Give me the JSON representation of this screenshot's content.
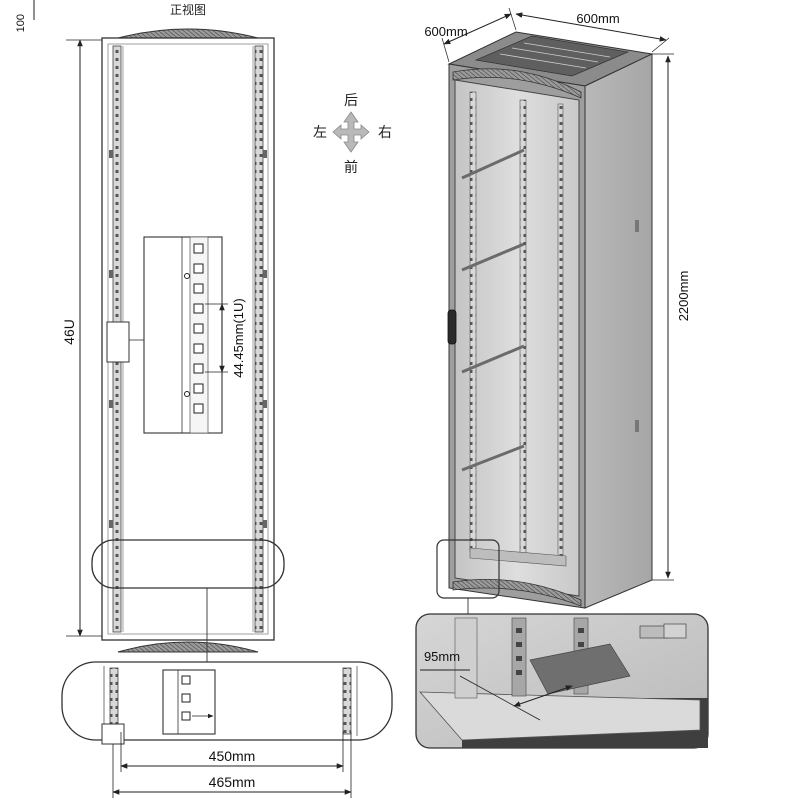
{
  "front_view": {
    "title": "正视图",
    "corner_mark": "100",
    "height_units": "46U",
    "unit_pitch": "44.45mm(1U)",
    "rail_spacing": "450mm",
    "outer_width": "465mm"
  },
  "cabinet_3d": {
    "depth": "600mm",
    "width": "600mm",
    "height": "2200mm",
    "detail_offset": "95mm"
  },
  "direction_indicator": {
    "back": "后",
    "left": "左",
    "right": "右",
    "front": "前"
  }
}
